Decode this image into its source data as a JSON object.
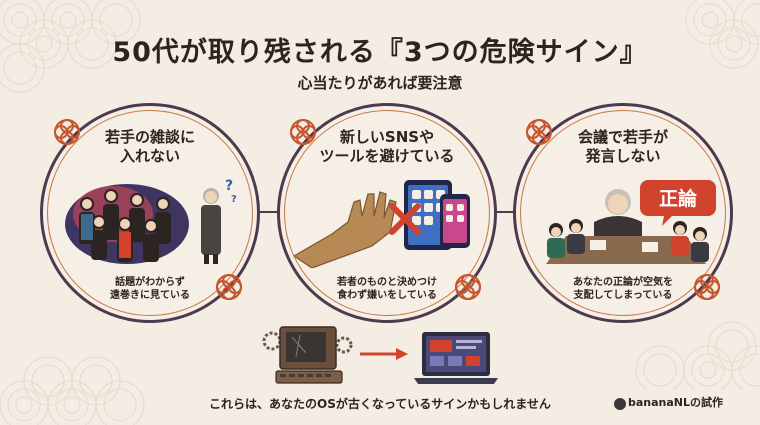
{
  "header": {
    "title": "50代が取り残される『3つの危険サイン』",
    "subtitle": "心当たりがあれば要注意"
  },
  "signs": [
    {
      "title_line1": "若手の雑談に",
      "title_line2": "入れない",
      "caption_line1": "話題がわからず",
      "caption_line2": "遠巻きに見ている",
      "illustration": "group-chatting-scene"
    },
    {
      "title_line1": "新しいSNSや",
      "title_line2": "ツールを避けている",
      "caption_line1": "若者のものと決めつけ",
      "caption_line2": "食わず嫌いをしている",
      "illustration": "wooden-hand-and-phones"
    },
    {
      "title_line1": "会議で若手が",
      "title_line2": "発言しない",
      "caption_line1": "あなたの正論が空気を",
      "caption_line2": "支配してしまっている",
      "badge": "正論",
      "illustration": "meeting-scene"
    }
  ],
  "footer": {
    "message": "これらは、あなたのOSが古くなっているサインかもしれません",
    "brand": "bananaNLの試作"
  },
  "colors": {
    "background": "#f3ede3",
    "circle_border": "#4d3a4f",
    "accent": "#d2432e",
    "knot": "#c4572f"
  }
}
